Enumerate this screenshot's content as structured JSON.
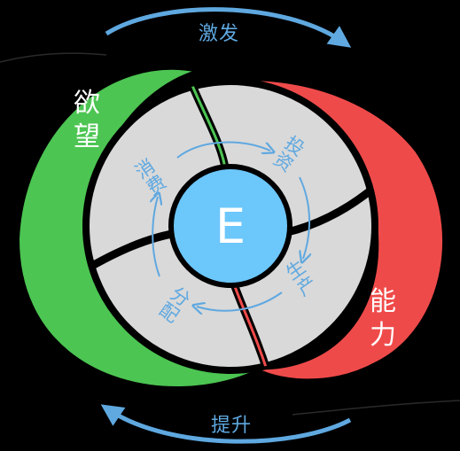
{
  "top_label": "激发",
  "bottom_label": "提升",
  "left_label": "欲望",
  "right_label": "能力",
  "center_label": "E",
  "ring_labels": {
    "consume": "消费",
    "invest": "投资",
    "produce": "生产",
    "distribute": "分配"
  },
  "colors": {
    "desire": "#4cc552",
    "ability": "#ef4a4a",
    "ring": "#d9d9d9",
    "center": "#6cc7fb",
    "arrows": "#5fa8e0"
  }
}
